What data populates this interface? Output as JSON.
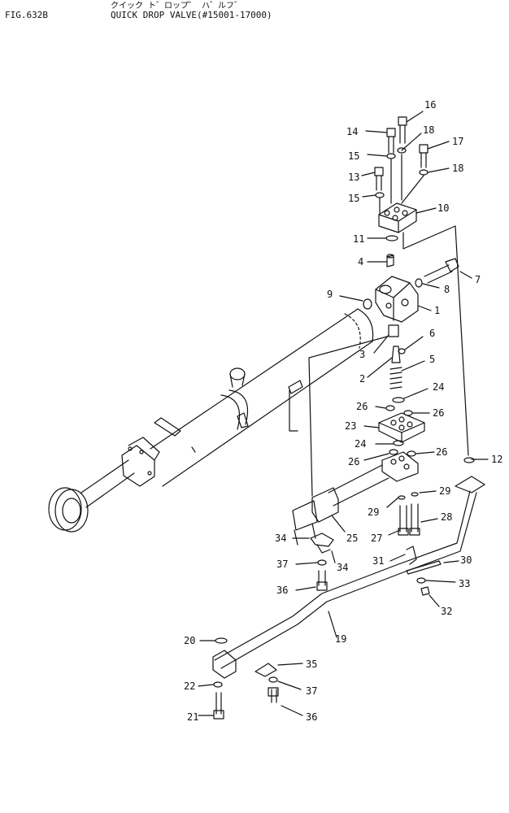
{
  "header": {
    "fig_label": "FIG.632B",
    "japanese_title": "クイック ト゛ロップ゜ ハ゛ルフ゛",
    "title": "QUICK DROP VALVE(#15001-17000)"
  },
  "callouts": [
    {
      "id": "c16",
      "text": "16"
    },
    {
      "id": "c14",
      "text": "14"
    },
    {
      "id": "c18a",
      "text": "18"
    },
    {
      "id": "c15a",
      "text": "15"
    },
    {
      "id": "c17",
      "text": "17"
    },
    {
      "id": "c18b",
      "text": "18"
    },
    {
      "id": "c13",
      "text": "13"
    },
    {
      "id": "c15b",
      "text": "15"
    },
    {
      "id": "c10",
      "text": "10"
    },
    {
      "id": "c11",
      "text": "11"
    },
    {
      "id": "c4",
      "text": "4"
    },
    {
      "id": "c7",
      "text": "7"
    },
    {
      "id": "c8",
      "text": "8"
    },
    {
      "id": "c9",
      "text": "9"
    },
    {
      "id": "c1",
      "text": "1"
    },
    {
      "id": "c6",
      "text": "6"
    },
    {
      "id": "c3",
      "text": "3"
    },
    {
      "id": "c5",
      "text": "5"
    },
    {
      "id": "c2",
      "text": "2"
    },
    {
      "id": "c24a",
      "text": "24"
    },
    {
      "id": "c26a",
      "text": "26"
    },
    {
      "id": "c26b",
      "text": "26"
    },
    {
      "id": "c23",
      "text": "23"
    },
    {
      "id": "c24b",
      "text": "24"
    },
    {
      "id": "c26c",
      "text": "26"
    },
    {
      "id": "c26d",
      "text": "26"
    },
    {
      "id": "c12",
      "text": "12"
    },
    {
      "id": "c29a",
      "text": "29"
    },
    {
      "id": "c29b",
      "text": "29"
    },
    {
      "id": "c28",
      "text": "28"
    },
    {
      "id": "c27",
      "text": "27"
    },
    {
      "id": "c34a",
      "text": "34"
    },
    {
      "id": "c25",
      "text": "25"
    },
    {
      "id": "c34b",
      "text": "34"
    },
    {
      "id": "c31",
      "text": "31"
    },
    {
      "id": "c30",
      "text": "30"
    },
    {
      "id": "c37a",
      "text": "37"
    },
    {
      "id": "c33",
      "text": "33"
    },
    {
      "id": "c36a",
      "text": "36"
    },
    {
      "id": "c32",
      "text": "32"
    },
    {
      "id": "c19",
      "text": "19"
    },
    {
      "id": "c20",
      "text": "20"
    },
    {
      "id": "c35",
      "text": "35"
    },
    {
      "id": "c22",
      "text": "22"
    },
    {
      "id": "c37b",
      "text": "37"
    },
    {
      "id": "c21",
      "text": "21"
    },
    {
      "id": "c36b",
      "text": "36"
    }
  ]
}
